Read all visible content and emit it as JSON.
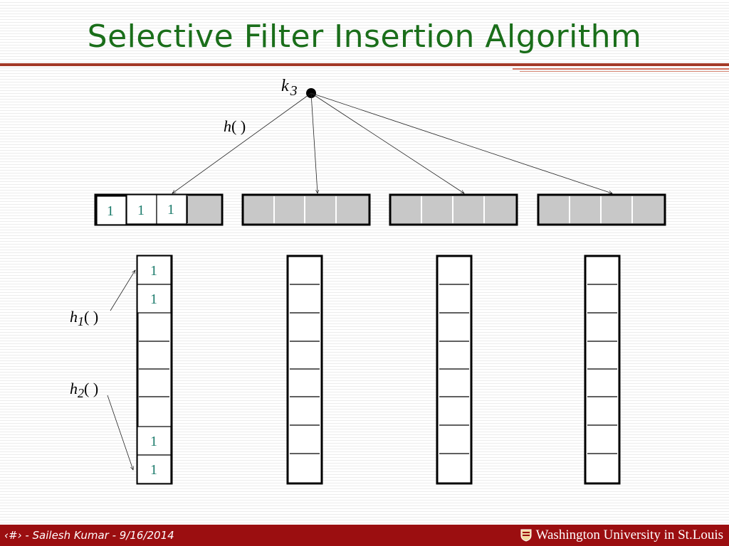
{
  "slide": {
    "title": "Selective Filter Insertion Algorithm"
  },
  "diagram": {
    "key_label": "k",
    "key_subscript": "3",
    "hash_label": "h",
    "hash_parens": "( )",
    "h1_label": "h",
    "h1_subscript": "1",
    "h1_parens": "( )",
    "h2_label": "h",
    "h2_subscript": "2",
    "h2_parens": "( )",
    "first_block_values": [
      "1",
      "1",
      "1"
    ],
    "first_column_values": [
      "1",
      "1",
      "1",
      "1"
    ],
    "accent_text_color": "#1a7a6a",
    "shaded_cell_color": "#c8c8c8"
  },
  "footer": {
    "slide_number": "‹#›",
    "left_text": " - Sailesh Kumar - 9/16/2014",
    "right_text": "Washington University in St.Louis",
    "background_color": "#9b0e10"
  }
}
